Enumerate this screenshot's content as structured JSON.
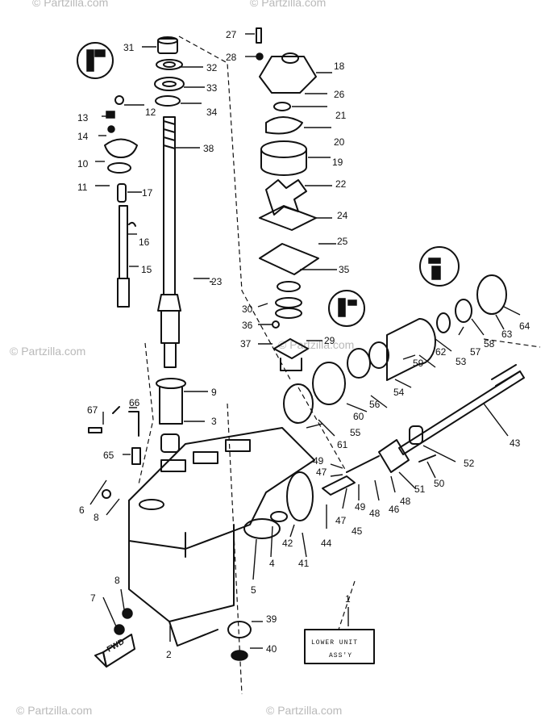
{
  "watermark": "© Partzilla.com",
  "assembly_box": {
    "number": "1",
    "line1": "LOWER UNIT",
    "line2": "ASS'Y"
  },
  "fwd_label": "FWD",
  "callouts": {
    "c2": "2",
    "c3": "3",
    "c4": "4",
    "c5": "5",
    "c6": "6",
    "c7": "7",
    "c8a": "8",
    "c8b": "8",
    "c9": "9",
    "c10": "10",
    "c11": "11",
    "c12": "12",
    "c13": "13",
    "c14": "14",
    "c15": "15",
    "c16": "16",
    "c17": "17",
    "c18": "18",
    "c19": "19",
    "c20": "20",
    "c21": "21",
    "c22": "22",
    "c23": "23",
    "c24": "24",
    "c25": "25",
    "c26": "26",
    "c27": "27",
    "c28": "28",
    "c29": "29",
    "c30": "30",
    "c31": "31",
    "c32": "32",
    "c33": "33",
    "c34": "34",
    "c35": "35",
    "c36": "36",
    "c37": "37",
    "c38": "38",
    "c39": "39",
    "c40": "40",
    "c41": "41",
    "c42": "42",
    "c43": "43",
    "c44": "44",
    "c45": "45",
    "c46": "46",
    "c47a": "47",
    "c47b": "47",
    "c48a": "48",
    "c48b": "48",
    "c49a": "49",
    "c49b": "49",
    "c50": "50",
    "c51": "51",
    "c52": "52",
    "c53": "53",
    "c54": "54",
    "c55": "55",
    "c56": "56",
    "c57": "57",
    "c58": "58",
    "c59": "59",
    "c60": "60",
    "c61": "61",
    "c62": "62",
    "c63": "63",
    "c64": "64",
    "c65": "65",
    "c66": "66",
    "c67": "67"
  }
}
